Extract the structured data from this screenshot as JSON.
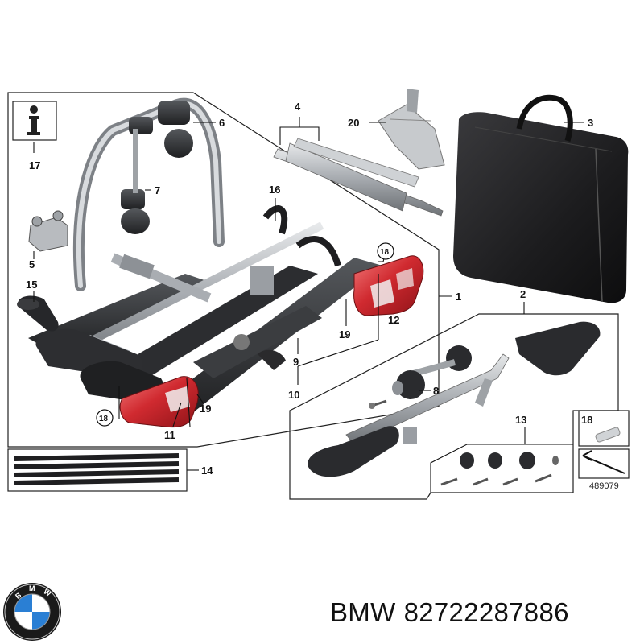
{
  "part_labels": {
    "p1": "1",
    "p2": "2",
    "p3": "3",
    "p4": "4",
    "p5": "5",
    "p6": "6",
    "p7": "7",
    "p8": "8",
    "p9": "9",
    "p10": "10",
    "p11": "11",
    "p12": "12",
    "p13": "13",
    "p14": "14",
    "p15": "15",
    "p16": "16",
    "p17": "17",
    "p18a": "18",
    "p18b": "18",
    "p18c": "18",
    "p19a": "19",
    "p19b": "19",
    "p20": "20"
  },
  "info_glyph": "i",
  "diagram_id": "489079",
  "footer": {
    "brand": "BMW",
    "part_number": "82722287886"
  },
  "colors": {
    "accent_red": "#c8202a",
    "bag": "#1c1c1e",
    "rack_dark": "#2a2a2c",
    "metal": "#b9bcc0"
  },
  "icons": [
    "info-icon",
    "bmw-logo-icon"
  ]
}
